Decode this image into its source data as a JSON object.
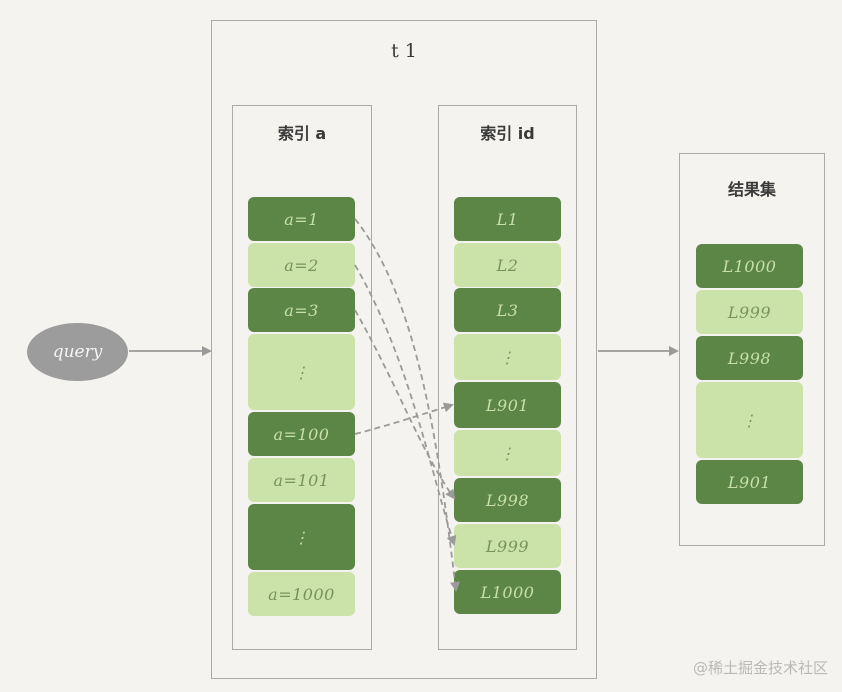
{
  "table_title": "t 1",
  "index_a": {
    "title": "索引 a",
    "cells": [
      {
        "label": "a=1",
        "tone": "dark"
      },
      {
        "label": "a=2",
        "tone": "light"
      },
      {
        "label": "a=3",
        "tone": "dark"
      },
      {
        "label": "⋮",
        "tone": "light"
      },
      {
        "label": "a=100",
        "tone": "dark"
      },
      {
        "label": "a=101",
        "tone": "light"
      },
      {
        "label": "⋮",
        "tone": "dark"
      },
      {
        "label": "a=1000",
        "tone": "light"
      }
    ]
  },
  "index_id": {
    "title": "索引 id",
    "cells": [
      {
        "label": "L1",
        "tone": "dark"
      },
      {
        "label": "L2",
        "tone": "light"
      },
      {
        "label": "L3",
        "tone": "dark"
      },
      {
        "label": "⋮",
        "tone": "light"
      },
      {
        "label": "L901",
        "tone": "dark"
      },
      {
        "label": "⋮",
        "tone": "light"
      },
      {
        "label": "L998",
        "tone": "dark"
      },
      {
        "label": "L999",
        "tone": "light"
      },
      {
        "label": "L1000",
        "tone": "dark"
      }
    ]
  },
  "result_set": {
    "title": "结果集",
    "cells": [
      {
        "label": "L1000",
        "tone": "dark"
      },
      {
        "label": "L999",
        "tone": "light"
      },
      {
        "label": "L998",
        "tone": "dark"
      },
      {
        "label": "⋮",
        "tone": "light"
      },
      {
        "label": "L901",
        "tone": "dark"
      }
    ]
  },
  "query_label": "query",
  "watermark": "@稀土掘金技术社区",
  "colors": {
    "dark_cell": "#5c8645",
    "light_cell": "#cbe3a8",
    "frame": "#a9a9a9",
    "arrow": "#9a9a9a",
    "query_ellipse": "#9c9c9c"
  }
}
